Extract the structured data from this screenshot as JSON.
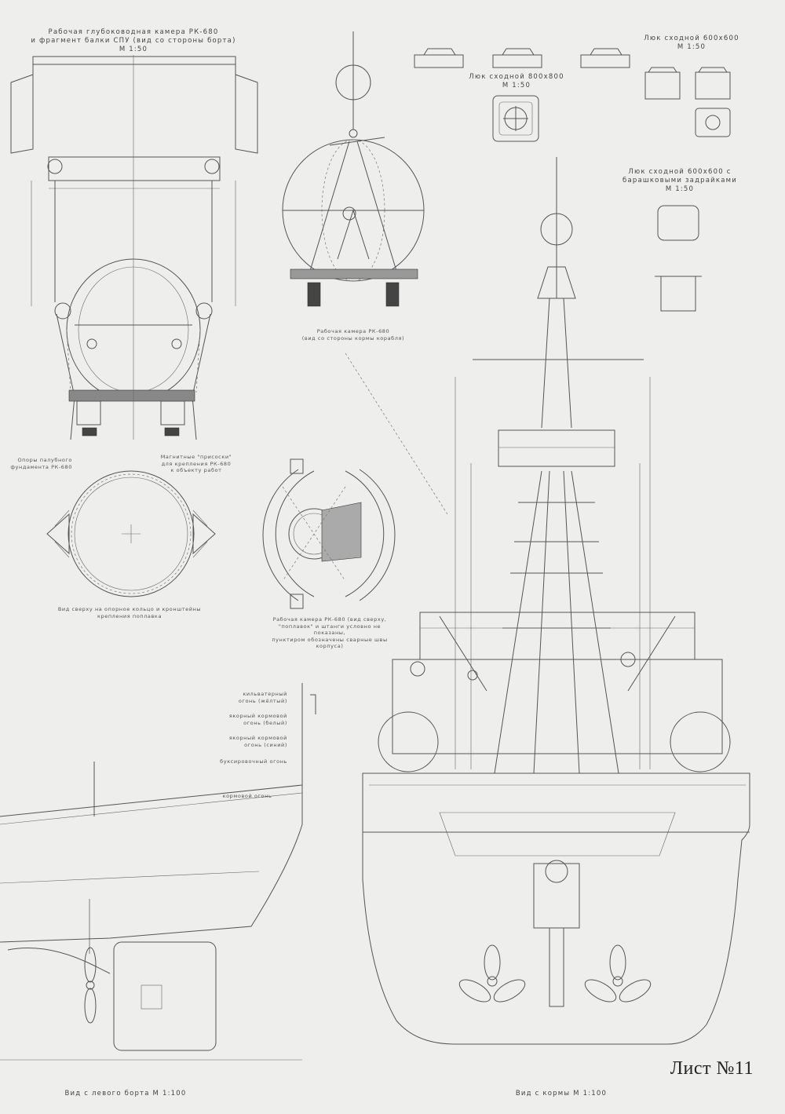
{
  "drawings": {
    "chamber_side_title": "Рабочая глубоководная камера РК-680\nи фрагмент балки СПУ (вид со стороны борта)\nМ 1:50",
    "chamber_stern_title": "Рабочая камера РК-680\n(вид со стороны кормы корабля)",
    "chamber_top_title": "Рабочая камера РК-680 (вид сверху,\n\"поплавок\" и штанги условно не показаны,\nпунктиром обозначены сварные швы корпуса)",
    "base_ring_title": "Вид сверху на опорное кольцо и кронштейны\nкрепления поплавка",
    "supports_note": "Опоры палубного\nфундамента РК-680",
    "magnets_note": "Магнитные \"присоски\"\nдля крепления РК-680\nк объекту работ",
    "hatch_800": "Люк сходной 800х800\nМ 1:50",
    "hatch_600": "Люк сходной 600х600\nМ 1:50",
    "hatch_600_clamps": "Люк сходной 600х600 с\nбарашковыми задрайками\nМ 1:50",
    "lights": [
      "кильватерный\nогонь (жёлтый)",
      "якорный кормовой\nогонь (белый)",
      "якорный кормовой\nогонь (синий)",
      "буксировочный огонь"
    ],
    "stern_light": "кормовой огонь",
    "port_side_view": "Вид с левого борта М 1:100",
    "stern_view": "Вид с кормы М 1:100",
    "sheet_label": "Лист №11"
  },
  "icons": [
    "ship-stern-view-drawing",
    "ship-port-side-drawing",
    "diving-chamber-drawing",
    "hatch-drawing",
    "propeller-drawing"
  ]
}
